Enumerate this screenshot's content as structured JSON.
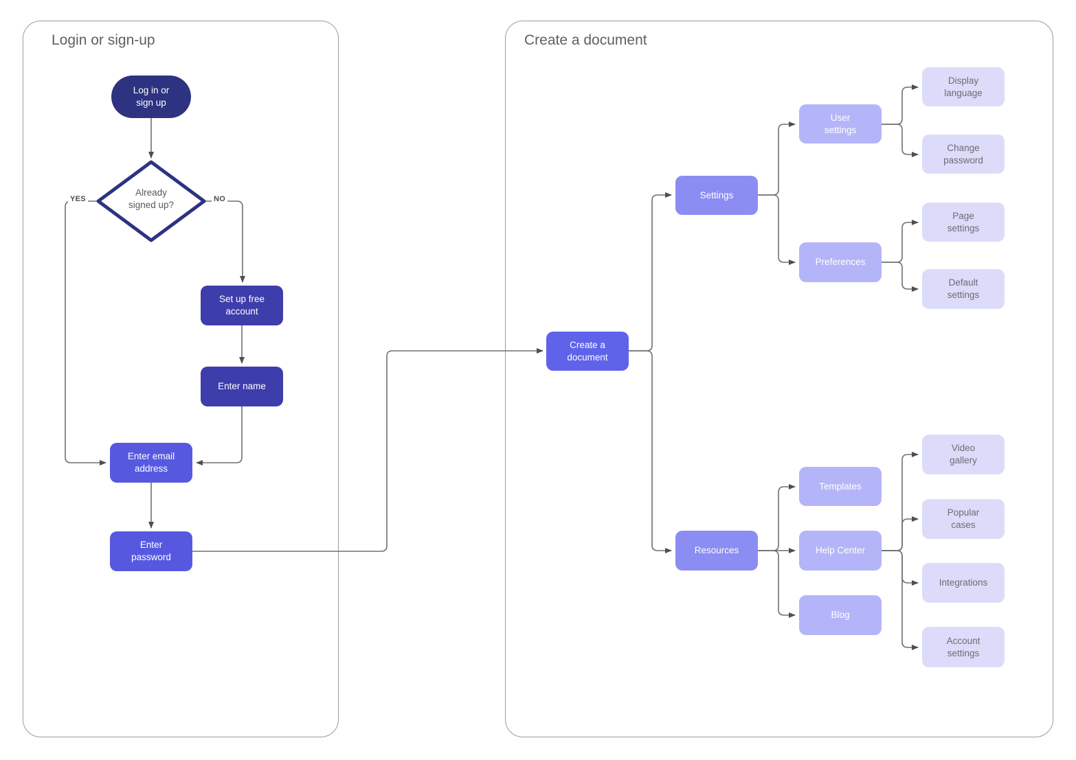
{
  "left": {
    "title": "Login or sign-up",
    "start": "Log in or\nsign up",
    "decision": "Already\nsigned up?",
    "yes_label": "YES",
    "no_label": "NO",
    "setup_account": "Set up free\naccount",
    "enter_name": "Enter name",
    "enter_email": "Enter email\naddress",
    "enter_password": "Enter\npassword"
  },
  "right": {
    "title": "Create a document",
    "root": "Create a\ndocument",
    "settings": "Settings",
    "resources": "Resources",
    "user_settings": "User\nsettings",
    "preferences": "Preferences",
    "templates": "Templates",
    "help_center": "Help Center",
    "blog": "Blog",
    "display_language": "Display\nlanguage",
    "change_password": "Change\npassword",
    "page_settings": "Page\nsettings",
    "default_settings": "Default\nsettings",
    "video_gallery": "Video\ngallery",
    "popular_cases": "Popular\ncases",
    "integrations": "Integrations",
    "account_settings": "Account\nsettings"
  },
  "palette": {
    "node_darkest": "#2d3380",
    "node_dark": "#3e3dac",
    "node_mid": "#5659e0",
    "node_root": "#5f63ea",
    "node_level1": "#8b8df2",
    "node_level2": "#b4b5f8",
    "node_leaf": "#dcdcfa",
    "diamond_border": "#2d3282",
    "line": "#6e6e6e",
    "arrowhead": "#4f4f4f",
    "frame_border": "#9b9b9b",
    "title_text": "#5f5f5f",
    "leaf_text": "#6b6b73",
    "white_text": "#ffffff"
  }
}
